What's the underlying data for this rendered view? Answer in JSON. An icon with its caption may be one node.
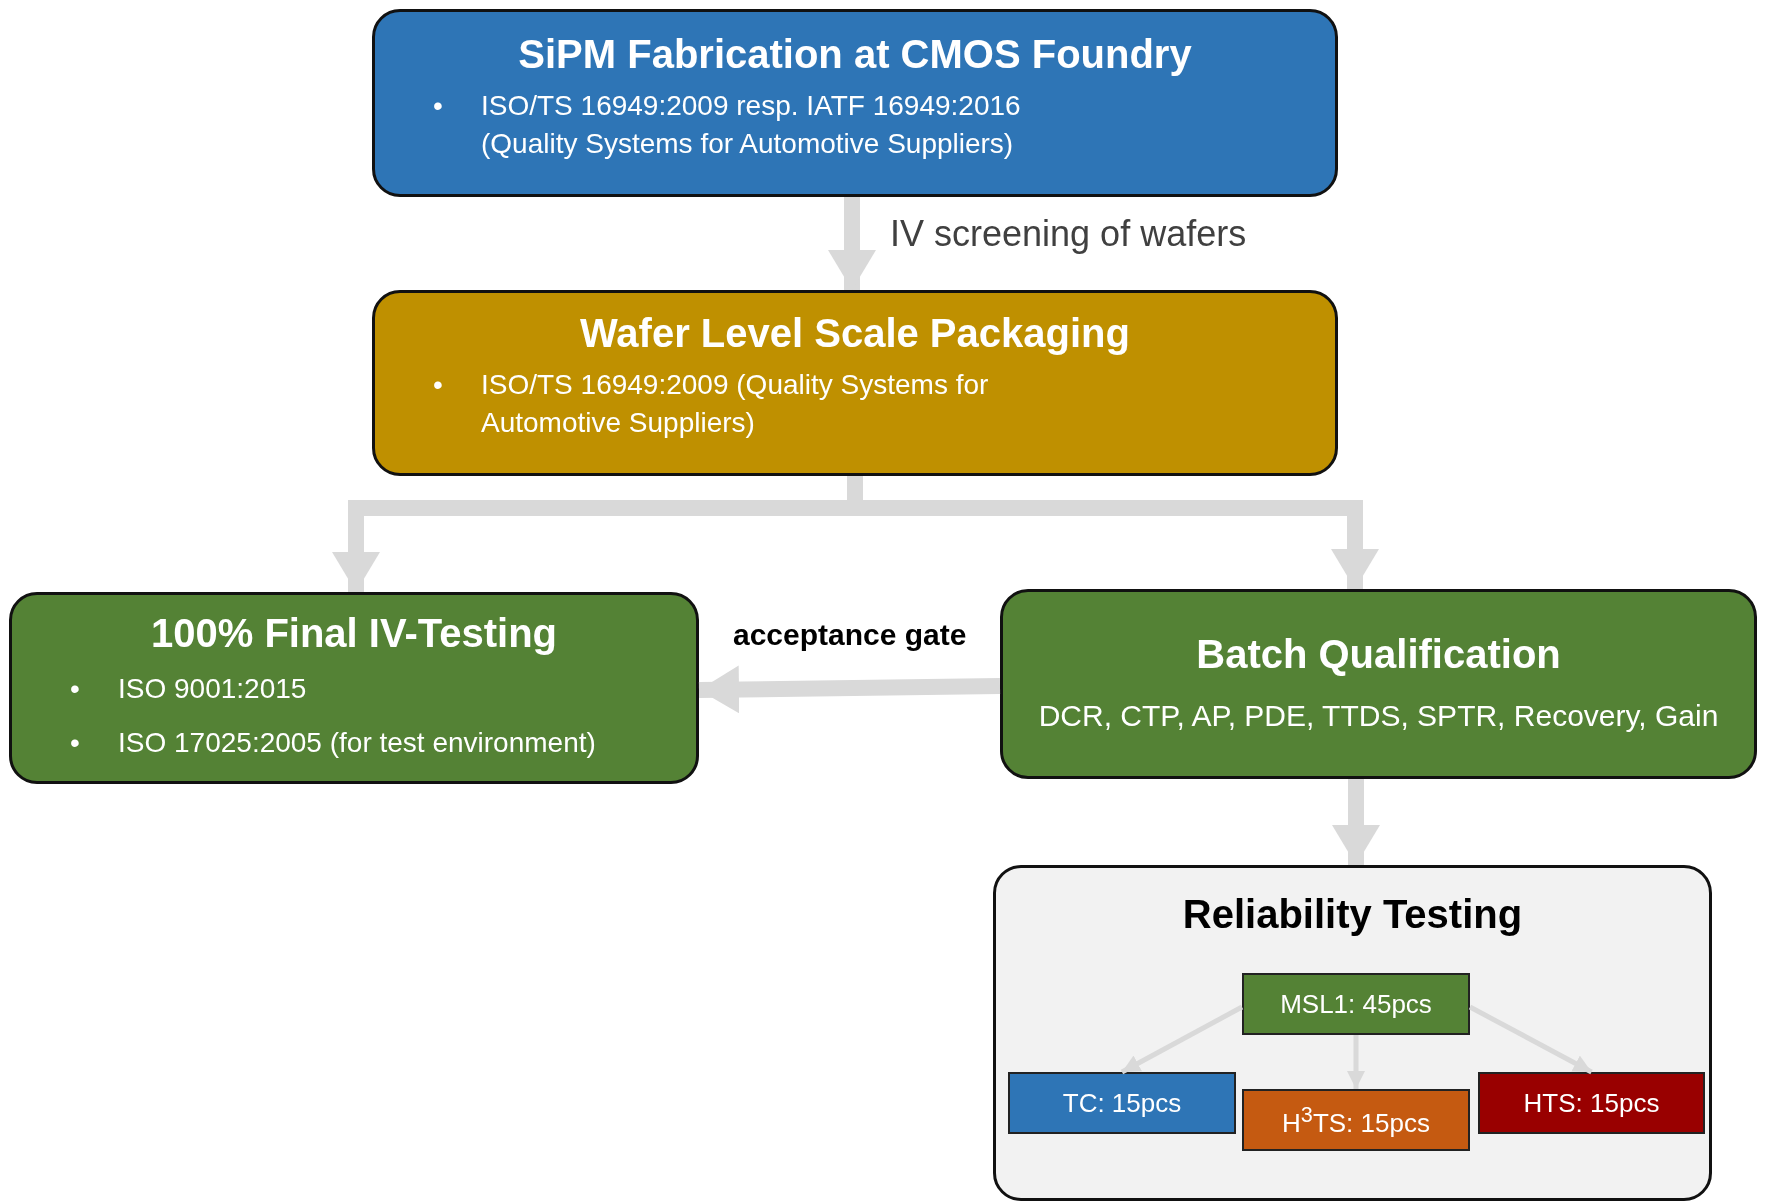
{
  "diagram": {
    "nodes": [
      {
        "text": [
          "SiPM Fabrication at CMOS Foundry",
          "•",
          "ISO/TS 16949:2009 resp. IATF 16949:2016 (Quality Systems for Automotive Suppliers)"
        ]
      },
      {
        "text": [
          "Wafer Level Scale Packaging",
          "•",
          "ISO/TS 16949:2009 (Quality Systems for Automotive Suppliers)"
        ]
      },
      {
        "text": [
          "100% Final IV-Testing",
          "•",
          "ISO 9001:2015",
          "•",
          "ISO 17025:2005 (for test environment)"
        ]
      },
      {
        "text": [
          "Batch Qualification",
          "DCR, CTP, AP, PDE, TTDS, SPTR, Recovery, Gain"
        ]
      },
      {
        "text": [
          "Reliability Testing"
        ]
      },
      {
        "text": [
          "MSL1: 45pcs"
        ],
        "in": 4
      },
      {
        "text": [
          "TC: 15pcs"
        ],
        "in": 4
      },
      {
        "text": [
          "H$^{3}$TS: 15pcs"
        ],
        "in": 4
      },
      {
        "text": [
          "HTS: 15pcs"
        ],
        "in": 4
      }
    ],
    "edges": [
      {
        "from": 0,
        "to": 1,
        "arrow": "to",
        "label": "IV screening of wafers"
      },
      {
        "from": 1,
        "to": 2,
        "arrow": "to"
      },
      {
        "from": 1,
        "to": 3,
        "arrow": "to"
      },
      {
        "from": 3,
        "to": 2,
        "arrow": "to",
        "label": "acceptance gate"
      },
      {
        "from": 3,
        "to": 4,
        "arrow": "to"
      },
      {
        "from": 5,
        "to": 6,
        "arrow": "to"
      },
      {
        "from": 5,
        "to": 7,
        "arrow": "to"
      },
      {
        "from": 5,
        "to": 8,
        "arrow": "to"
      }
    ]
  }
}
